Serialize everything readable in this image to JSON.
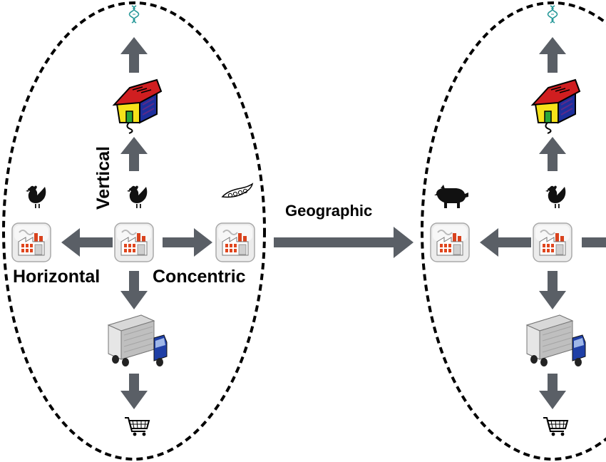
{
  "labels": {
    "horizontal": "Horizontal",
    "concentric": "Concentric",
    "vertical": "Vertical",
    "geographic": "Geographic"
  },
  "colors": {
    "arrow": "#5a5f66",
    "dash": "#000000",
    "factory_tile": "#e9e9e9",
    "factory_windows": "#e0461e"
  },
  "icons": {
    "top": "dna-icon",
    "farm": "farm-house-icon",
    "animals": [
      "chicken-icon",
      "pig-icon"
    ],
    "crop": "pea-pod-icon",
    "plant": "factory-icon",
    "transport": "truck-icon",
    "retail": "shopping-cart-icon"
  }
}
